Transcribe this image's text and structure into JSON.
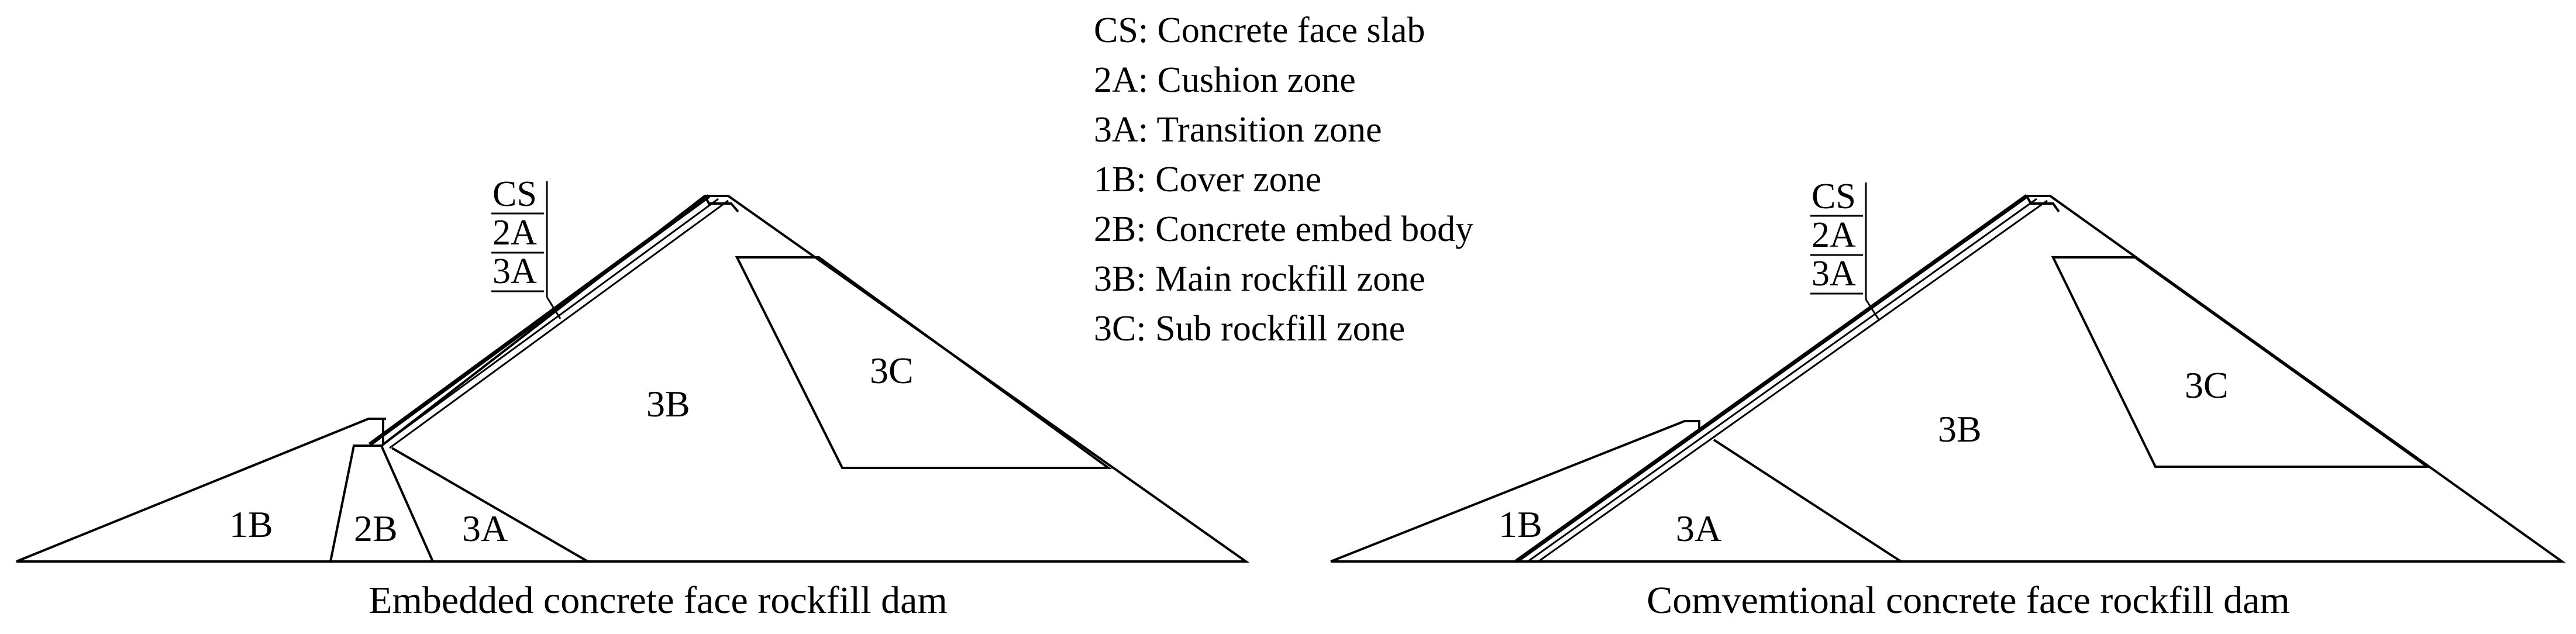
{
  "legend": [
    "CS: Concrete face slab",
    "2A: Cushion zone",
    "3A: Transition zone",
    "1B: Cover  zone",
    "2B: Concrete embed body",
    "3B: Main rockfill zone",
    "3C: Sub rockfill zone"
  ],
  "left_dam": {
    "caption": "Embedded concrete face rockfill dam",
    "layer_tags": [
      "CS",
      "2A",
      "3A"
    ],
    "zones": {
      "z1b": "1B",
      "z2b": "2B",
      "z3a": "3A",
      "z3b": "3B",
      "z3c": "3C"
    }
  },
  "right_dam": {
    "caption": "Comvemtional concrete face rockfill dam",
    "layer_tags": [
      "CS",
      "2A",
      "3A"
    ],
    "zones": {
      "z1b": "1B",
      "z3a": "3A",
      "z3b": "3B",
      "z3c": "3C"
    }
  }
}
